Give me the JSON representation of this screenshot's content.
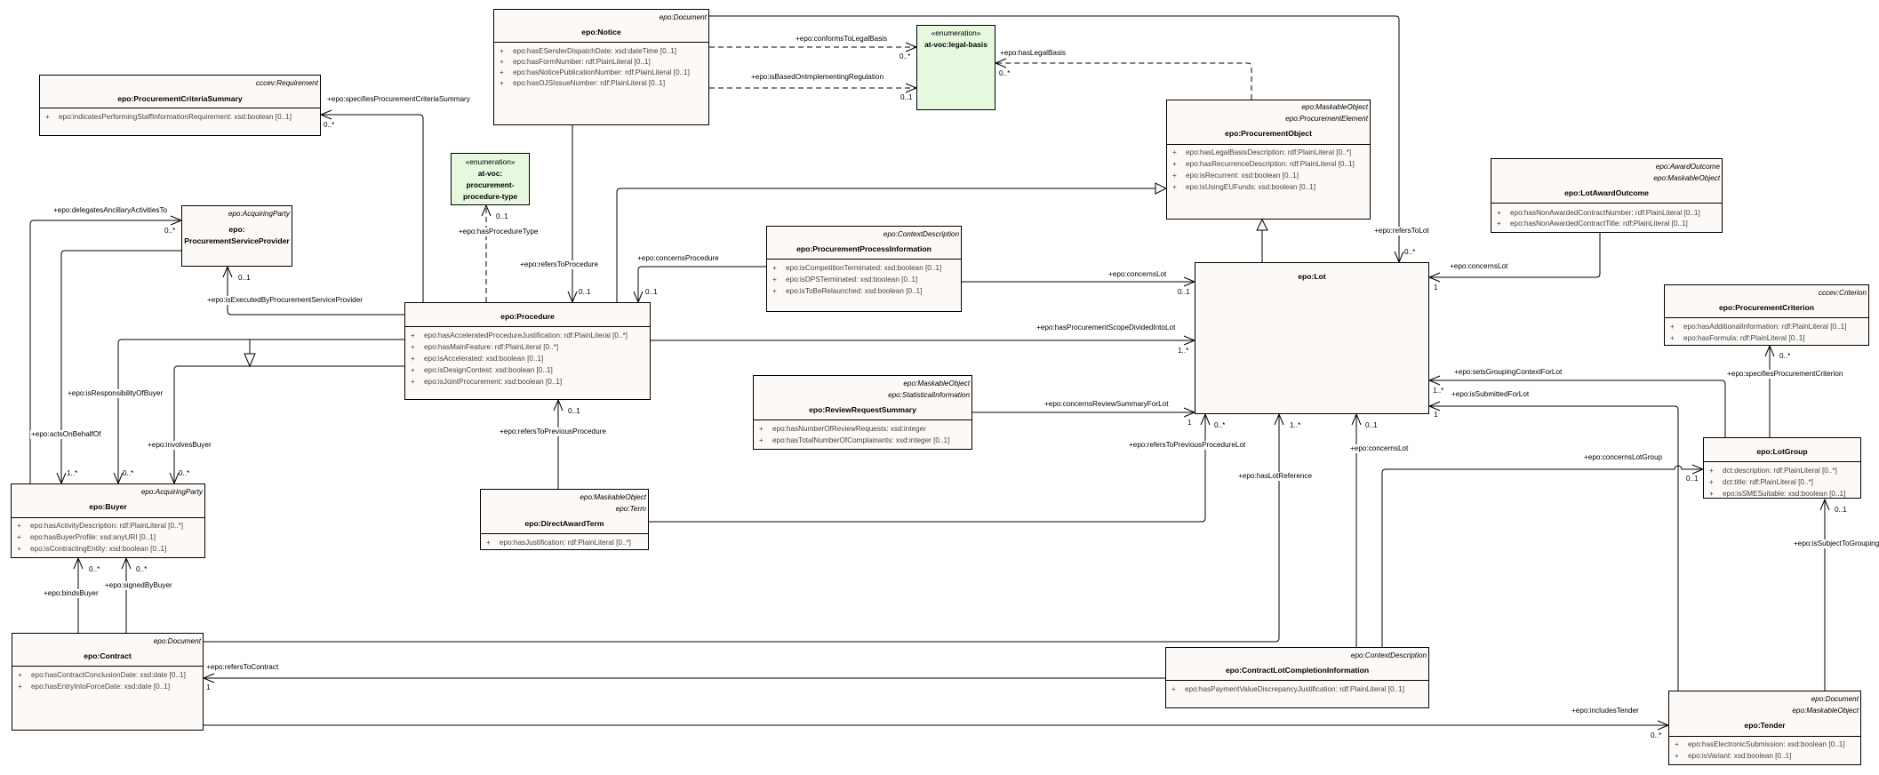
{
  "theme": {
    "class_fill": "#FCF9F6",
    "enumeration_fill": "#E6F9DF",
    "line_color": "#000000"
  },
  "classes": {
    "procurementCriteriaSummary": {
      "stereotypes": [
        "cccev:Requirement"
      ],
      "name": "epo:ProcurementCriteriaSummary",
      "attributes": [
        {
          "visibility": "+",
          "text": "epo:indicatesPerformingStaffInformationRequirement: xsd:boolean [0..1]"
        }
      ]
    },
    "notice": {
      "stereotypes": [
        "epo:Document"
      ],
      "name": "epo:Notice",
      "attributes": [
        {
          "visibility": "+",
          "text": "epo:hasESenderDispatchDate: xsd:dateTime [0..1]"
        },
        {
          "visibility": "+",
          "text": "epo:hasFormNumber: rdf:PlainLiteral [0..1]"
        },
        {
          "visibility": "+",
          "text": "epo:hasNoticePublicationNumber: rdf:PlainLiteral [0..1]"
        },
        {
          "visibility": "+",
          "text": "epo:hasOJSIssueNumber: rdf:PlainLiteral [0..1]"
        }
      ]
    },
    "procurementObject": {
      "stereotypes": [
        "epo:MaskableObject",
        "epo:ProcurementElement"
      ],
      "name": "epo:ProcurementObject",
      "attributes": [
        {
          "visibility": "+",
          "text": "epo:hasLegalBasisDescription: rdf:PlainLiteral [0..*]"
        },
        {
          "visibility": "+",
          "text": "epo:hasRecurrenceDescription: rdf:PlainLiteral [0..1]"
        },
        {
          "visibility": "+",
          "text": "epo:isRecurrent: xsd:boolean [0..1]"
        },
        {
          "visibility": "+",
          "text": "epo:isUsingEUFunds: xsd:boolean [0..1]"
        }
      ]
    },
    "lotAwardOutcome": {
      "stereotypes": [
        "epo:AwardOutcome",
        "epo:MaskableObject"
      ],
      "name": "epo:LotAwardOutcome",
      "attributes": [
        {
          "visibility": "+",
          "text": "epo:hasNonAwardedContractNumber: rdf:PlainLiteral [0..1]"
        },
        {
          "visibility": "+",
          "text": "epo:hasNonAwardedContractTitle: rdf:PlainLiteral [0..1]"
        }
      ]
    },
    "procurementCriterion": {
      "stereotypes": [
        "cccev:Criterion"
      ],
      "name": "epo:ProcurementCriterion",
      "attributes": [
        {
          "visibility": "+",
          "text": "epo:hasAdditionalInformation: rdf:PlainLiteral [0..1]"
        },
        {
          "visibility": "+",
          "text": "epo:hasFormula: rdf:PlainLiteral [0..1]"
        }
      ]
    },
    "procurementServiceProvider": {
      "stereotypes": [
        "epo:AcquiringParty"
      ],
      "name_lines": [
        "epo:",
        "ProcurementServiceProvider"
      ],
      "attributes": []
    },
    "procedure": {
      "stereotypes": [],
      "name": "epo:Procedure",
      "attributes": [
        {
          "visibility": "+",
          "text": "epo:hasAcceleratedProcedureJustification: rdf:PlainLiteral [0..*]"
        },
        {
          "visibility": "+",
          "text": "epo:hasMainFeature: rdf:PlainLiteral [0..*]"
        },
        {
          "visibility": "+",
          "text": "epo:isAccelerated: xsd:boolean [0..1]"
        },
        {
          "visibility": "+",
          "text": "epo:isDesignContest: xsd:boolean [0..1]"
        },
        {
          "visibility": "+",
          "text": "epo:isJointProcurement: xsd:boolean [0..1]"
        }
      ]
    },
    "procurementProcessInformation": {
      "stereotypes": [
        "epo:ContextDescription"
      ],
      "name": "epo:ProcurementProcessInformation",
      "attributes": [
        {
          "visibility": "+",
          "text": "epo:isCompetitionTerminated: xsd:boolean [0..1]"
        },
        {
          "visibility": "+",
          "text": "epo:isDPSTerminated: xsd:boolean [0..1]"
        },
        {
          "visibility": "+",
          "text": "epo:isToBeRelaunched: xsd:boolean [0..1]"
        }
      ]
    },
    "lot": {
      "stereotypes": [],
      "name": "epo:Lot",
      "attributes": []
    },
    "reviewRequestSummary": {
      "stereotypes": [
        "epo:MaskableObject",
        "epo:StatisticalInformation"
      ],
      "name": "epo:ReviewRequestSummary",
      "attributes": [
        {
          "visibility": "+",
          "text": "epo:hasNumberOfReviewRequests: xsd:integer"
        },
        {
          "visibility": "+",
          "text": "epo:hasTotalNumberOfComplainants: xsd:integer [0..1]"
        }
      ]
    },
    "lotGroup": {
      "stereotypes": [],
      "name": "epo:LotGroup",
      "attributes": [
        {
          "visibility": "+",
          "text": "dct:description: rdf:PlainLiteral [0..*]"
        },
        {
          "visibility": "+",
          "text": "dct:title: rdf:PlainLiteral [0..*]"
        },
        {
          "visibility": "+",
          "text": "epo:isSMESuitable: xsd:boolean [0..1]"
        }
      ]
    },
    "buyer": {
      "stereotypes": [
        "epo:AcquiringParty"
      ],
      "name": "epo:Buyer",
      "attributes": [
        {
          "visibility": "+",
          "text": "epo:hasActivityDescription: rdf:PlainLiteral [0..*]"
        },
        {
          "visibility": "+",
          "text": "epo:hasBuyerProfile: xsd:anyURI [0..1]"
        },
        {
          "visibility": "+",
          "text": "epo:isContractingEntity: xsd:boolean [0..1]"
        }
      ]
    },
    "directAwardTerm": {
      "stereotypes": [
        "epo:MaskableObject",
        "epo:Term"
      ],
      "name": "epo:DirectAwardTerm",
      "attributes": [
        {
          "visibility": "+",
          "text": "epo:hasJustification: rdf:PlainLiteral [0..*]"
        }
      ]
    },
    "contract": {
      "stereotypes": [
        "epo:Document"
      ],
      "name": "epo:Contract",
      "attributes": [
        {
          "visibility": "+",
          "text": "epo:hasContractConclusionDate: xsd:date [0..1]"
        },
        {
          "visibility": "+",
          "text": "epo:hasEntryIntoForceDate: xsd:date [0..1]"
        }
      ]
    },
    "contractLotCompletionInformation": {
      "stereotypes": [
        "epo:ContextDescription"
      ],
      "name": "epo:ContractLotCompletionInformation",
      "attributes": [
        {
          "visibility": "+",
          "text": "epo:hasPaymentValueDiscrepancyJustification: rdf:PlainLiteral [0..1]"
        }
      ]
    },
    "tender": {
      "stereotypes": [
        "epo:Document",
        "epo:MaskableObject"
      ],
      "name": "epo:Tender",
      "attributes": [
        {
          "visibility": "+",
          "text": "epo:hasElectronicSubmission: xsd:boolean [0..1]"
        },
        {
          "visibility": "+",
          "text": "epo:isVariant: xsd:boolean [0..1]"
        }
      ]
    }
  },
  "enumerations": {
    "legalBasis": {
      "stereotype": "«enumeration»",
      "name_lines": [
        "at-voc:legal-basis"
      ]
    },
    "procurementProcedureType": {
      "stereotype": "«enumeration»",
      "name_lines": [
        "at-voc:",
        "procurement-",
        "procedure-type"
      ]
    }
  },
  "associations": {
    "specifiesProcurementCriteriaSummary": {
      "label": "+epo:specifiesProcurementCriteriaSummary",
      "multiplicity": "0..*",
      "source": "epo:Procedure",
      "target": "epo:ProcurementCriteriaSummary",
      "line_style": "solid"
    },
    "refersToLot": {
      "label": "+epo:refersToLot",
      "multiplicity": "0..*",
      "source": "epo:Notice",
      "target": "epo:Lot",
      "line_style": "solid"
    },
    "conformsToLegalBasis": {
      "label": "+epo:conformsToLegalBasis",
      "multiplicity": "0..*",
      "source": "epo:Notice",
      "target": "at-voc:legal-basis",
      "line_style": "dashed"
    },
    "isBasedOnImplementingRegulation": {
      "label": "+epo:isBasedOnImplementingRegulation",
      "multiplicity": "0..1",
      "source": "epo:Notice",
      "target": "at-voc:legal-basis",
      "line_style": "dashed"
    },
    "hasLegalBasis": {
      "label": "+epo:hasLegalBasis",
      "multiplicity": "0..*",
      "source": "epo:ProcurementObject",
      "target": "at-voc:legal-basis",
      "line_style": "dashed"
    },
    "refersToProcedure": {
      "label": "+epo:refersToProcedure",
      "multiplicity": "0..1",
      "source": "epo:Notice",
      "target": "epo:Procedure",
      "line_style": "solid"
    },
    "hasProcedureType": {
      "label": "+epo:hasProcedureType",
      "multiplicity": "0..1",
      "source": "epo:Procedure",
      "target": "at-voc:procurement-procedure-type",
      "line_style": "dashed"
    },
    "isExecutedByProcurementServiceProvider": {
      "label": "+epo:isExecutedByProcurementServiceProvider",
      "multiplicity": "0..1",
      "source": "epo:Procedure",
      "target": "epo:ProcurementServiceProvider",
      "line_style": "solid"
    },
    "concernsProcedure": {
      "label": "+epo:concernsProcedure",
      "multiplicity": "0..1",
      "source": "epo:ProcurementProcessInformation",
      "target": "epo:Procedure",
      "line_style": "solid"
    },
    "ppiConcernsLot": {
      "label": "+epo:concernsLot",
      "multiplicity": "0..1",
      "source": "epo:ProcurementProcessInformation",
      "target": "epo:Lot",
      "line_style": "solid"
    },
    "hasProcurementScopeDividedIntoLot": {
      "label": "+epo:hasProcurementScopeDividedIntoLot",
      "multiplicity": "1..*",
      "source": "epo:Procedure",
      "target": "epo:Lot",
      "line_style": "solid"
    },
    "concernsReviewSummaryForLot": {
      "label": "+epo:concernsReviewSummaryForLot",
      "multiplicity": "1",
      "source": "epo:ReviewRequestSummary",
      "target": "epo:Lot",
      "line_style": "solid"
    },
    "refersToPreviousProcedureLot": {
      "label": "+epo:refersToPreviousProcedureLot",
      "multiplicity": "0..*",
      "source": "epo:DirectAwardTerm",
      "target": "epo:Lot",
      "line_style": "solid"
    },
    "hasLotReference": {
      "label": "+epo:hasLotReference",
      "multiplicity": "1..*",
      "source": "epo:Contract",
      "target": "epo:Lot",
      "line_style": "solid"
    },
    "clciConcernsLot": {
      "label": "+epo:concernsLot",
      "multiplicity": "0..1",
      "source": "epo:ContractLotCompletionInformation",
      "target": "epo:Lot",
      "line_style": "solid"
    },
    "refersToContract": {
      "label": "+epo:refersToContract",
      "multiplicity": "1",
      "source": "epo:ContractLotCompletionInformation",
      "target": "epo:Contract",
      "line_style": "solid"
    },
    "includesTender": {
      "label": "+epo:includesTender",
      "multiplicity": "0..*",
      "source": "epo:Contract",
      "target": "epo:Tender",
      "line_style": "solid"
    },
    "laoConcernsLot": {
      "label": "+epo:concernsLot",
      "multiplicity": "1",
      "source": "epo:LotAwardOutcome",
      "target": "epo:Lot",
      "line_style": "solid"
    },
    "setsGroupingContextForLot": {
      "label": "+epo:setsGroupingContextForLot",
      "multiplicity": "1..*",
      "source": "epo:LotGroup",
      "target": "epo:Lot",
      "line_style": "solid"
    },
    "isSubmittedForLot": {
      "label": "+epo:isSubmittedForLot",
      "multiplicity": "1",
      "source": "epo:Tender",
      "target": "epo:Lot",
      "line_style": "solid"
    },
    "concernsLotGroup": {
      "label": "+epo:concernsLotGroup",
      "multiplicity": "0..1",
      "source": "epo:ContractLotCompletionInformation",
      "target": "epo:LotGroup",
      "line_style": "solid"
    },
    "specifiesProcurementCriterion": {
      "label": "+epo:specifiesProcurementCriterion",
      "multiplicity": "0..*",
      "source": "epo:LotGroup",
      "target": "epo:ProcurementCriterion",
      "line_style": "solid"
    },
    "isSubjectToGrouping": {
      "label": "+epo:isSubjectToGrouping",
      "multiplicity": "0..1",
      "source": "epo:Tender",
      "target": "epo:LotGroup",
      "line_style": "solid"
    },
    "delegatesAncillaryActivitiesTo": {
      "label": "+epo:delegatesAncillaryActivitiesTo",
      "multiplicity": "0..*",
      "source": "epo:Buyer",
      "target": "epo:ProcurementServiceProvider",
      "line_style": "solid"
    },
    "actsOnBehalfOf": {
      "label": "+epo:actsOnBehalfOf",
      "multiplicity": "1..*",
      "source": "epo:ProcurementServiceProvider",
      "target": "epo:Buyer",
      "line_style": "solid"
    },
    "isResponsibilityOfBuyer": {
      "label": "+epo:isResponsibilityOfBuyer",
      "multiplicity": "0..*",
      "source": "epo:Procedure",
      "target": "epo:Buyer",
      "line_style": "solid"
    },
    "involvesBuyer": {
      "label": "+epo:involvesBuyer",
      "multiplicity": "0..*",
      "source": "epo:Procedure",
      "target": "epo:Buyer",
      "line_style": "solid"
    },
    "bindsBuyer": {
      "label": "+epo:bindsBuyer",
      "multiplicity": "0..*",
      "source": "epo:Contract",
      "target": "epo:Buyer",
      "line_style": "solid"
    },
    "signedByBuyer": {
      "label": "+epo:signedByBuyer",
      "multiplicity": "0..*",
      "source": "epo:Contract",
      "target": "epo:Buyer",
      "line_style": "solid"
    },
    "refersToPreviousProcedure": {
      "label": "+epo:refersToPreviousProcedure",
      "multiplicity": "0..1",
      "source": "epo:DirectAwardTerm",
      "target": "epo:Procedure",
      "line_style": "solid"
    }
  },
  "generalizations": [
    {
      "child": "epo:Procedure",
      "parent": "epo:ProcurementObject"
    },
    {
      "child": "epo:Lot",
      "parent": "epo:ProcurementObject"
    }
  ]
}
